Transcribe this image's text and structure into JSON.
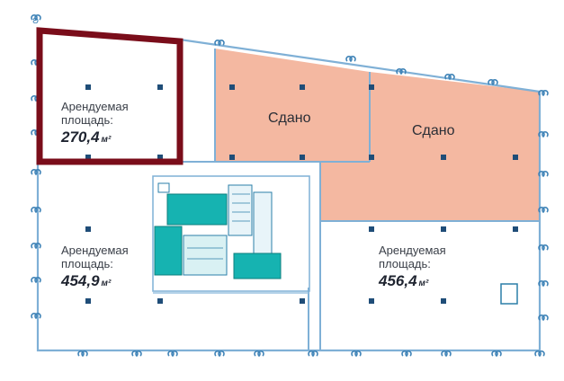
{
  "units": [
    {
      "id": "unit-a",
      "title": "Арендуемая\nплощадь:",
      "area": "270,4",
      "unit": "м²",
      "status": "available",
      "selected": true
    },
    {
      "id": "unit-b",
      "title": "Арендуемая\nплощадь:",
      "area": "454,9",
      "unit": "м²",
      "status": "available",
      "selected": false
    },
    {
      "id": "unit-c",
      "title": "Арендуемая\nплощадь:",
      "area": "456,4",
      "unit": "м²",
      "status": "available",
      "selected": false
    },
    {
      "id": "unit-d",
      "label": "Сдано",
      "status": "rented"
    },
    {
      "id": "unit-e",
      "label": "Сдано",
      "status": "rented"
    }
  ],
  "labels": {
    "unit_a_title_1": "Арендуемая",
    "unit_a_title_2": "площадь:",
    "unit_a_area": "270,4",
    "unit_b_title_1": "Арендуемая",
    "unit_b_title_2": "площадь:",
    "unit_b_area": "454,9",
    "unit_c_title_1": "Арендуемая",
    "unit_c_title_2": "площадь:",
    "unit_c_area": "456,4",
    "unit_d_label": "Сдано",
    "unit_e_label": "Сдано",
    "unit": "м²"
  },
  "colors": {
    "wall": "#3f83b7",
    "rented_fill": "#f4b8a1",
    "selected_outline": "#7a0d1a",
    "core_fill": "#16b3b1",
    "column": "#1f4d78"
  }
}
